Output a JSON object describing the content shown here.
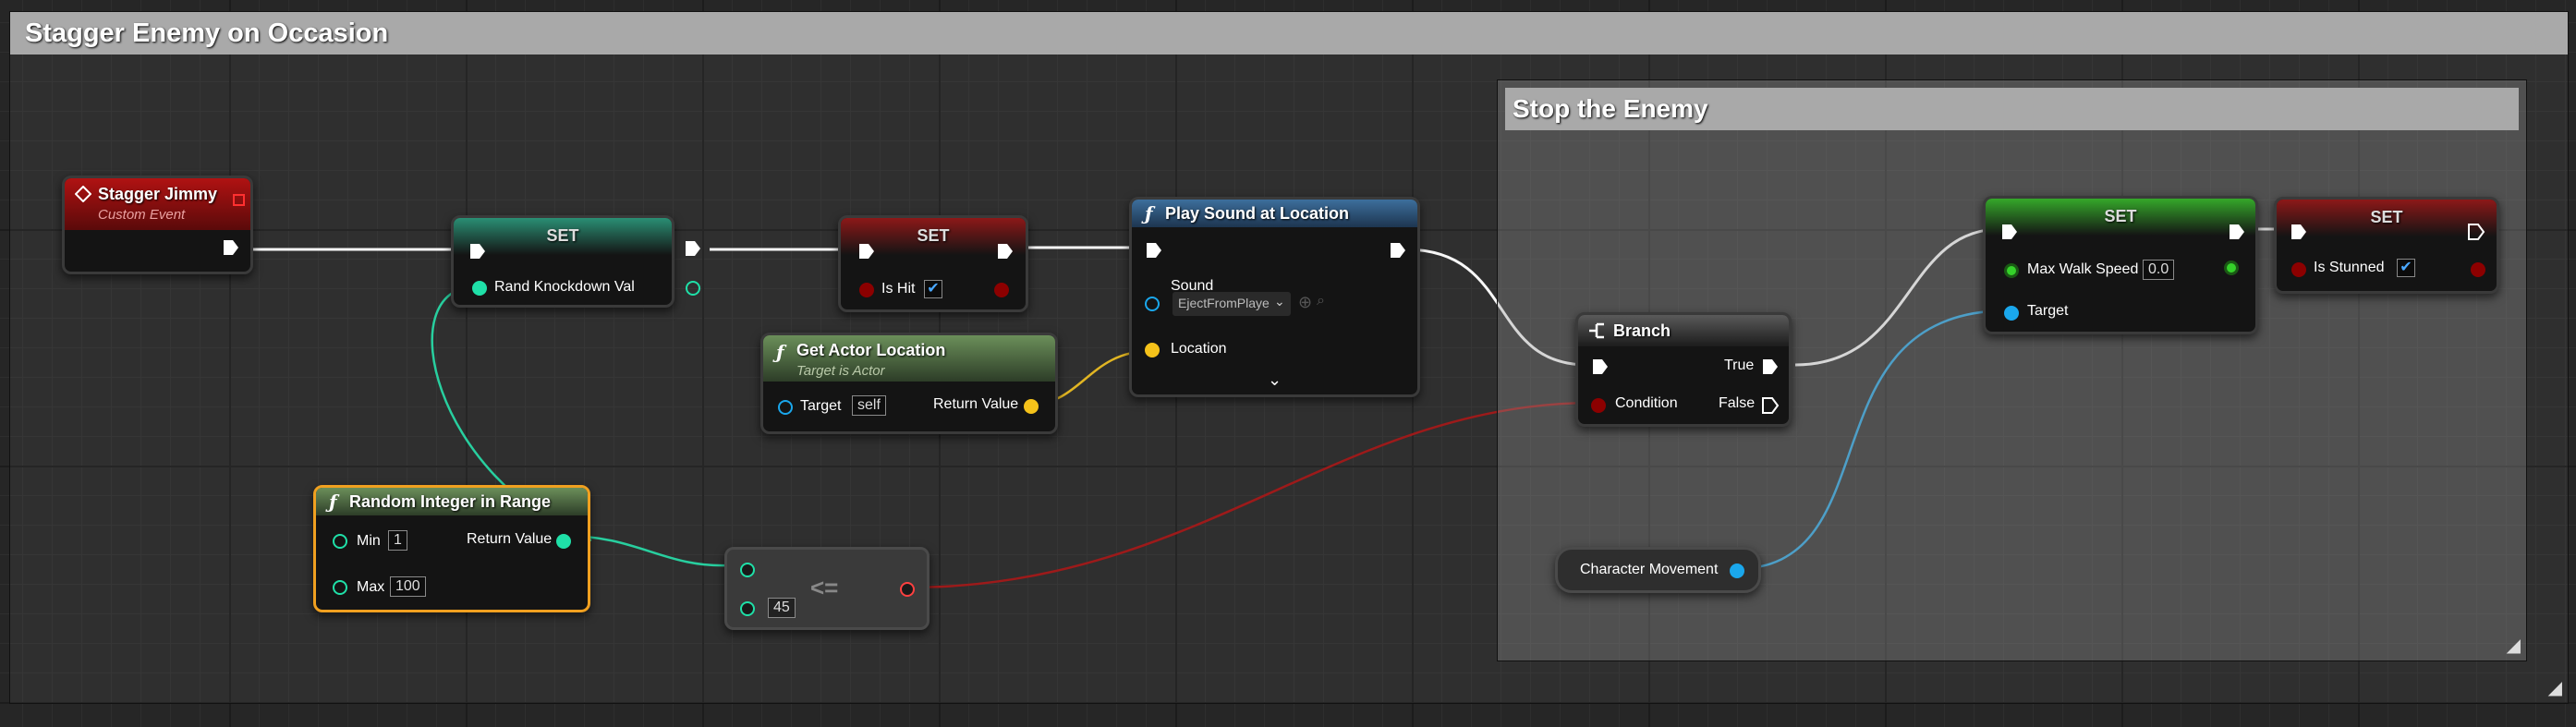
{
  "comments": {
    "outer": "Stagger Enemy on Occasion",
    "inner": "Stop the Enemy"
  },
  "nodes": {
    "stagger_jimmy": {
      "title": "Stagger Jimmy",
      "subtitle": "Custom Event"
    },
    "set_knockdown": {
      "title": "SET",
      "var": "Rand Knockdown Val"
    },
    "set_is_hit": {
      "title": "SET",
      "var": "Is Hit",
      "checked": true
    },
    "play_sound": {
      "title": "Play Sound at Location",
      "sound_label": "Sound",
      "sound_value": "EjectFromPlaye",
      "location_label": "Location"
    },
    "get_actor_location": {
      "title": "Get Actor Location",
      "subtitle": "Target is Actor",
      "target_label": "Target",
      "target_value": "self",
      "return_label": "Return Value"
    },
    "random_integer": {
      "title": "Random Integer in Range",
      "min_label": "Min",
      "min_value": "1",
      "max_label": "Max",
      "max_value": "100",
      "return_label": "Return Value"
    },
    "compare": {
      "op": "<=",
      "b_value": "45"
    },
    "branch": {
      "title": "Branch",
      "true_label": "True",
      "false_label": "False",
      "condition_label": "Condition"
    },
    "set_walk_speed": {
      "title": "SET",
      "var": "Max Walk Speed",
      "value": "0.0",
      "target_label": "Target"
    },
    "set_stunned": {
      "title": "SET",
      "var": "Is Stunned",
      "checked": true
    },
    "char_movement": {
      "label": "Character Movement"
    }
  },
  "colors": {
    "exec": "#ffffff",
    "integer": "#1fe0a8",
    "boolean": "#8c0000",
    "vector": "#f5c21a",
    "object": "#1aa7ec",
    "float": "#35d12a",
    "event_header": "#b01212",
    "function_header": "#6b8f5a",
    "play_sound_header": "#3d6f9c",
    "selected_outline": "#f0a020"
  },
  "icons": {
    "event": "diamond-event-icon",
    "function": "function-f-icon",
    "branch": "branch-icon",
    "dropdown": "chevron-down-icon",
    "browse": "browse-arrow-icon",
    "search": "search-icon"
  }
}
